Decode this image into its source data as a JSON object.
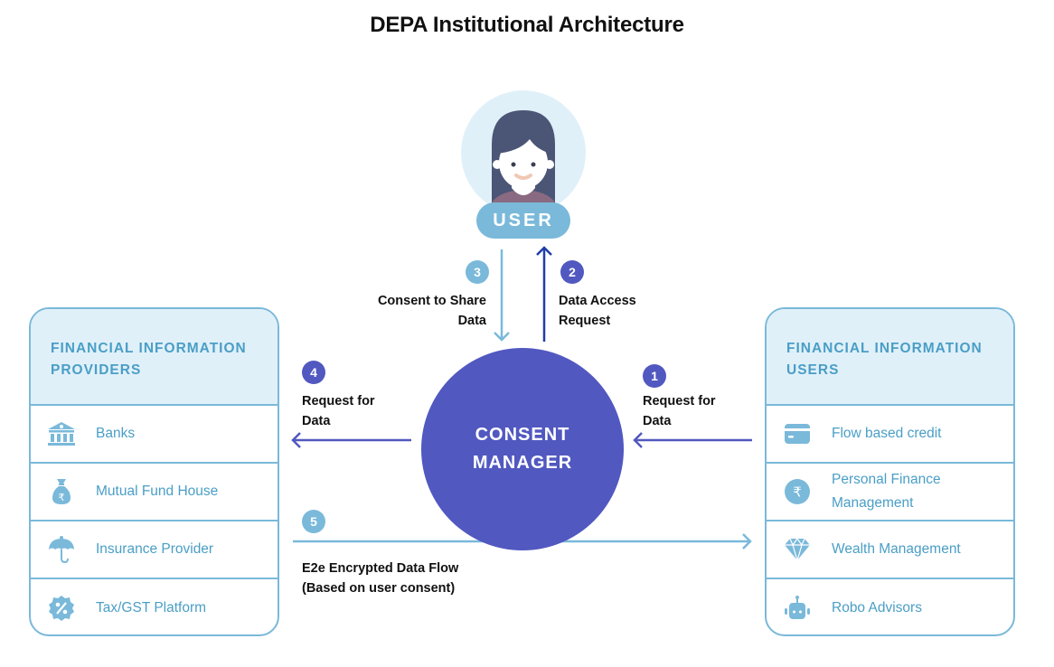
{
  "title": "DEPA Institutional Architecture",
  "user": {
    "label": "USER",
    "icon": "user-avatar-icon"
  },
  "consent_manager": {
    "line1": "CONSENT",
    "line2": "MANAGER"
  },
  "steps": [
    {
      "number": "1",
      "label_line1": "Request for",
      "label_line2": "Data",
      "direction": "FIU to Consent Manager"
    },
    {
      "number": "2",
      "label_line1": "Data Access",
      "label_line2": "Request",
      "direction": "Consent Manager to User"
    },
    {
      "number": "3",
      "label_line1": "Consent to Share",
      "label_line2": "Data",
      "direction": "User to Consent Manager"
    },
    {
      "number": "4",
      "label_line1": "Request for",
      "label_line2": "Data",
      "direction": "Consent Manager to FIP"
    },
    {
      "number": "5",
      "label_line1": "E2e Encrypted Data Flow",
      "label_line2": "(Based on user consent)",
      "direction": "FIP to FIU"
    }
  ],
  "providers": {
    "title_line1": "FINANCIAL INFORMATION",
    "title_line2": "PROVIDERS",
    "items": [
      {
        "label": "Banks",
        "icon": "bank-icon"
      },
      {
        "label": "Mutual Fund House",
        "icon": "money-bag-icon"
      },
      {
        "label": "Insurance Provider",
        "icon": "umbrella-icon"
      },
      {
        "label": "Tax/GST Platform",
        "icon": "percent-badge-icon"
      }
    ]
  },
  "users": {
    "title_line1": "FINANCIAL INFORMATION",
    "title_line2": "USERS",
    "items": [
      {
        "label": "Flow based credit",
        "icon": "credit-card-icon"
      },
      {
        "label": "Personal Finance Management",
        "icon": "rupee-coin-icon"
      },
      {
        "label": "Wealth Management",
        "icon": "diamond-icon"
      },
      {
        "label": "Robo Advisors",
        "icon": "robot-icon"
      }
    ]
  },
  "colors": {
    "primary": "#5158c0",
    "accent": "#7ab9da",
    "accent_bg": "#e0f0f9",
    "text_accent": "#4a9ec6",
    "arrow_dark": "#1f3fa8"
  }
}
